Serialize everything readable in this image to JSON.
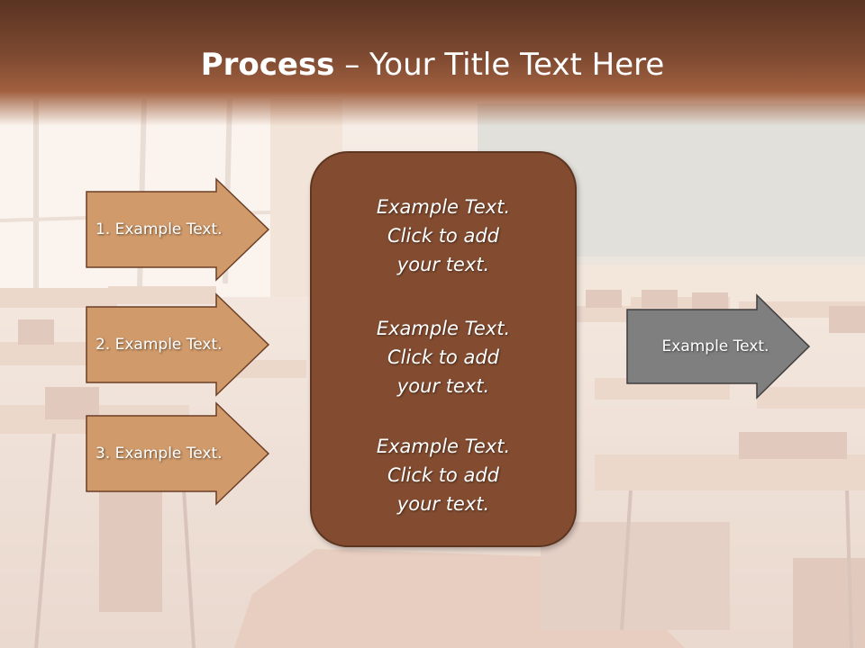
{
  "slide": {
    "title_bold": "Process",
    "title_rest": " – Your Title Text Here"
  },
  "colors": {
    "banner": "#7e4a31",
    "input_arrow": "#d09a6a",
    "center_box": "#834c30",
    "output_arrow": "#7f7f7f"
  },
  "inputs": [
    {
      "label": "1. Example Text."
    },
    {
      "label": "2. Example Text."
    },
    {
      "label": "3. Example Text."
    }
  ],
  "center": {
    "paragraphs": [
      {
        "lines": [
          "Example Text.",
          "Click  to add",
          "your text."
        ]
      },
      {
        "lines": [
          "Example Text.",
          "Click  to add",
          "your text."
        ]
      },
      {
        "lines": [
          "Example Text.",
          "Click  to add",
          "your text."
        ]
      }
    ]
  },
  "output": {
    "label": "Example Text."
  }
}
